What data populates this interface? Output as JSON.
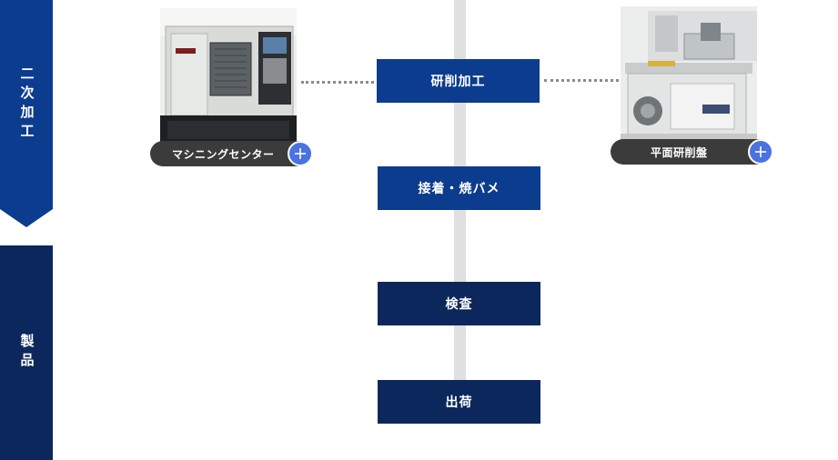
{
  "colors": {
    "secondary_stage": "#0c3c8e",
    "product_stage": "#0b275c",
    "step_bright": "#0c3c8e",
    "step_dark": "#0b275c",
    "plus_button": "#4a72e0"
  },
  "stages": [
    {
      "label": "二次加工"
    },
    {
      "label": "製品"
    }
  ],
  "steps": [
    {
      "label": "研削加工"
    },
    {
      "label": "接着・焼バメ"
    },
    {
      "label": "検査"
    },
    {
      "label": "出荷"
    }
  ],
  "machines": {
    "left": {
      "label": "マシニングセンター",
      "icon": "plus-icon"
    },
    "right": {
      "label": "平面研削盤",
      "icon": "plus-icon"
    }
  }
}
